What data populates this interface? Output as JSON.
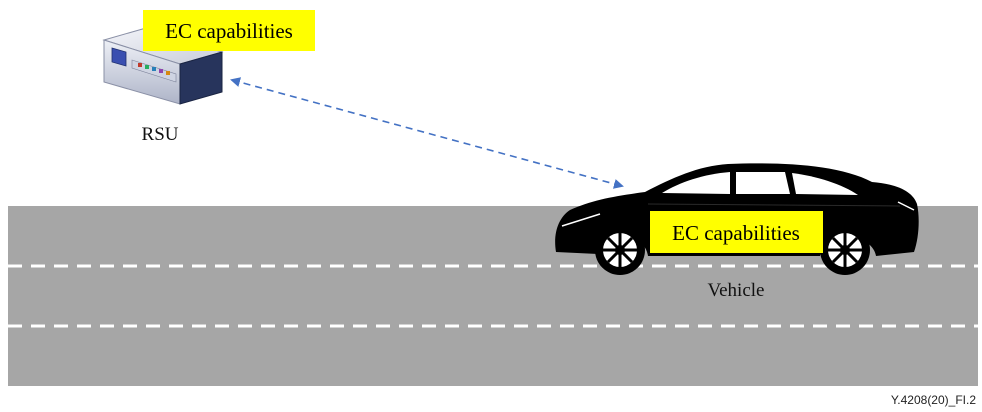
{
  "colors": {
    "road": "#a6a6a6",
    "lane_marking": "#ffffff",
    "badge_fill": "#ffff00",
    "link_arrow": "#4472c4",
    "car": "#000000"
  },
  "rsu": {
    "label": "RSU",
    "badge": "EC capabilities",
    "icon": "rsu-device-icon"
  },
  "vehicle": {
    "label": "Vehicle",
    "badge": "EC capabilities",
    "icon": "car-icon"
  },
  "link": {
    "style": "dashed",
    "direction": "bidirectional"
  },
  "road": {
    "lanes": 3
  },
  "figure_id": "Y.4208(20)_FI.2"
}
